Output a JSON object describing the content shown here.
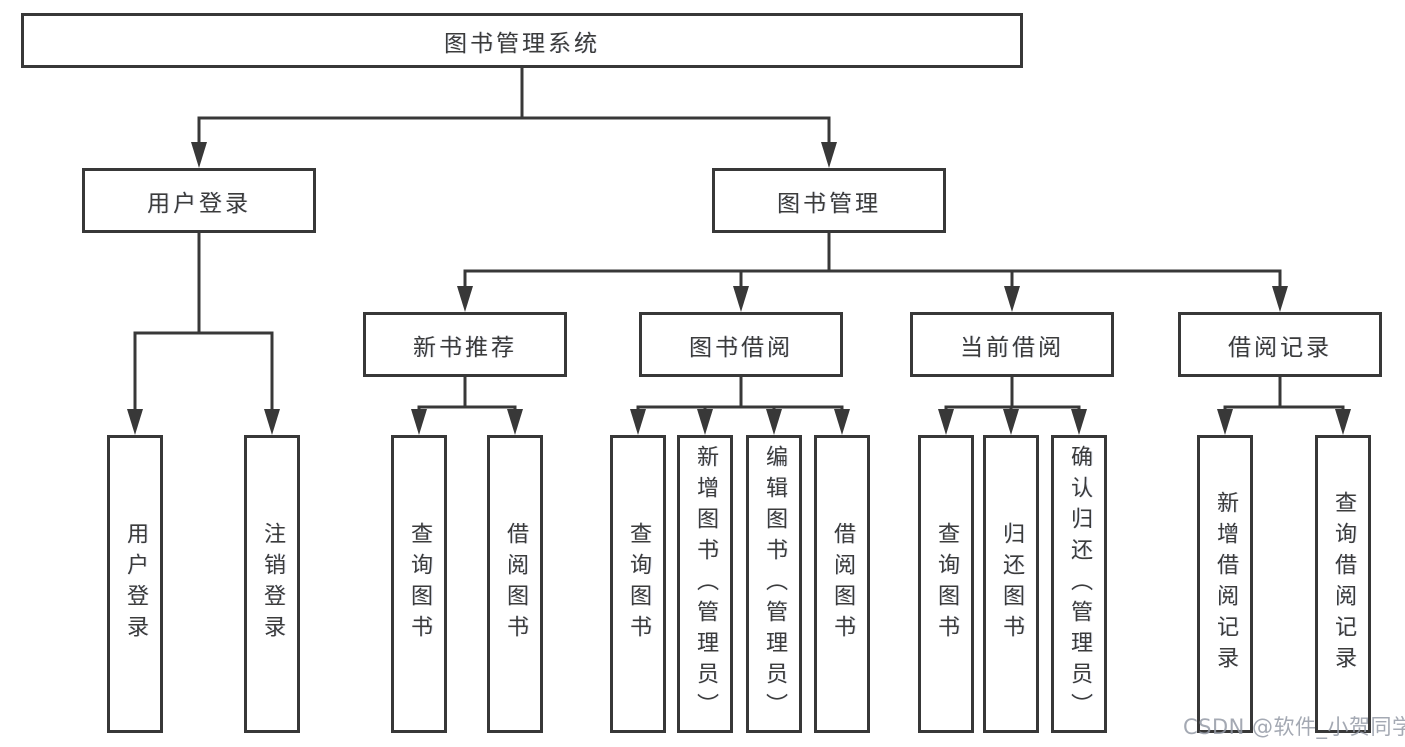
{
  "diagram": {
    "root": "图书管理系统",
    "user_branch": {
      "label": "用户登录",
      "children": [
        "用户登录",
        "注销登录"
      ]
    },
    "book_branch": {
      "label": "图书管理"
    },
    "groups": [
      {
        "label": "新书推荐",
        "children": [
          "查询图书",
          "借阅图书"
        ]
      },
      {
        "label": "图书借阅",
        "children": [
          "查询图书",
          "新增图书（管理员）",
          "编辑图书（管理员）",
          "借阅图书"
        ]
      },
      {
        "label": "当前借阅",
        "children": [
          "查询图书",
          "归还图书",
          "确认归还（管理员）"
        ]
      },
      {
        "label": "借阅记录",
        "children": [
          "新增借阅记录",
          "查询借阅记录"
        ]
      }
    ],
    "colors": {
      "line": "#383838",
      "text": "#3b3b3b",
      "watermark": "#949aa6"
    },
    "watermark": "CSDN @软件_小贺同学"
  }
}
